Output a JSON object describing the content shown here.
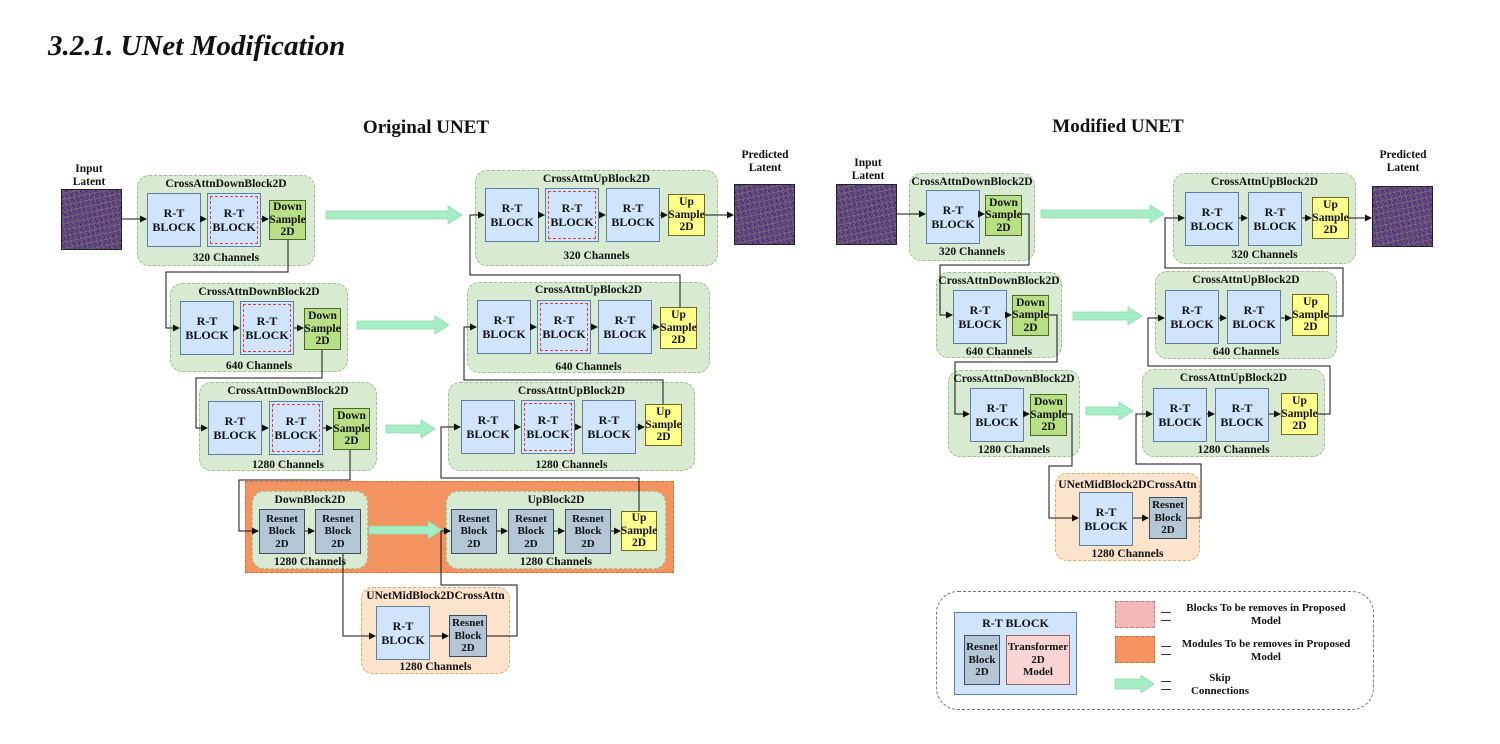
{
  "heading": "3.2.1.  UNet Modification",
  "original": {
    "title": "Original UNET",
    "input_label": "Input\nLatent",
    "output_label": "Predicted\nLatent",
    "down1": {
      "title": "CrossAttnDownBlock2D",
      "b1": "R-T\nBLOCK",
      "b2": "R-T\nBLOCK",
      "b3": "Down\nSample\n2D",
      "channels": "320 Channels"
    },
    "down2": {
      "title": "CrossAttnDownBlock2D",
      "b1": "R-T\nBLOCK",
      "b2": "R-T\nBLOCK",
      "b3": "Down\nSample\n2D",
      "channels": "640 Channels"
    },
    "down3": {
      "title": "CrossAttnDownBlock2D",
      "b1": "R-T\nBLOCK",
      "b2": "R-T\nBLOCK",
      "b3": "Down\nSample\n2D",
      "channels": "1280 Channels"
    },
    "down4": {
      "title": "DownBlock2D",
      "b1": "Resnet\nBlock\n2D",
      "b2": "Resnet\nBlock\n2D",
      "channels": "1280 Channels"
    },
    "up1": {
      "title": "CrossAttnUpBlock2D",
      "b1": "R-T\nBLOCK",
      "b2": "R-T\nBLOCK",
      "b3": "R-T\nBLOCK",
      "b4": "Up\nSample\n2D",
      "channels": "320 Channels"
    },
    "up2": {
      "title": "CrossAttnUpBlock2D",
      "b1": "R-T\nBLOCK",
      "b2": "R-T\nBLOCK",
      "b3": "R-T\nBLOCK",
      "b4": "Up\nSample\n2D",
      "channels": "640 Channels"
    },
    "up3": {
      "title": "CrossAttnUpBlock2D",
      "b1": "R-T\nBLOCK",
      "b2": "R-T\nBLOCK",
      "b3": "R-T\nBLOCK",
      "b4": "Up\nSample\n2D",
      "channels": "1280 Channels"
    },
    "up4": {
      "title": "UpBlock2D",
      "b1": "Resnet\nBlock\n2D",
      "b2": "Resnet\nBlock\n2D",
      "b3": "Resnet\nBlock\n2D",
      "b4": "Up\nSample\n2D",
      "channels": "1280 Channels"
    },
    "mid": {
      "title": "UNetMidBlock2DCrossAttn",
      "b1": "R-T\nBLOCK",
      "b2": "Resnet\nBlock\n2D",
      "channels": "1280 Channels"
    }
  },
  "modified": {
    "title": "Modified UNET",
    "input_label": "Input\nLatent",
    "output_label": "Predicted\nLatent",
    "down1": {
      "title": "CrossAttnDownBlock2D",
      "b1": "R-T\nBLOCK",
      "b2": "Down\nSample\n2D",
      "channels": "320 Channels"
    },
    "down2": {
      "title": "CrossAttnDownBlock2D",
      "b1": "R-T\nBLOCK",
      "b2": "Down\nSample\n2D",
      "channels": "640 Channels"
    },
    "down3": {
      "title": "CrossAttnDownBlock2D",
      "b1": "R-T\nBLOCK",
      "b2": "Down\nSample\n2D",
      "channels": "1280 Channels"
    },
    "up1": {
      "title": "CrossAttnUpBlock2D",
      "b1": "R-T\nBLOCK",
      "b2": "R-T\nBLOCK",
      "b3": "Up\nSample\n2D",
      "channels": "320 Channels"
    },
    "up2": {
      "title": "CrossAttnUpBlock2D",
      "b1": "R-T\nBLOCK",
      "b2": "R-T\nBLOCK",
      "b3": "Up\nSample\n2D",
      "channels": "640 Channels"
    },
    "up3": {
      "title": "CrossAttnUpBlock2D",
      "b1": "R-T\nBLOCK",
      "b2": "R-T\nBLOCK",
      "b3": "Up\nSample\n2D",
      "channels": "1280 Channels"
    },
    "mid": {
      "title": "UNetMidBlock2DCrossAttn",
      "b1": "R-T\nBLOCK",
      "b2": "Resnet\nBlock\n2D",
      "channels": "1280 Channels"
    }
  },
  "legend": {
    "rt_title": "R-T BLOCK",
    "rt_resnet": "Resnet\nBlock\n2D",
    "rt_transformer": "Transformer\n2D\nModel",
    "removed_blocks": "Blocks To be removes in Proposed\nModel",
    "removed_modules": "Modules To be removes in Proposed\nModel",
    "skip": "Skip\nConnections"
  },
  "colors": {
    "group_fill": "#d8ead2",
    "rt_block": "#d0e4fb",
    "down_sample": "#b8df84",
    "up_sample": "#ffff8c",
    "resnet": "#b4c5d5",
    "transformer": "#f8d4d2",
    "removed_module": "#f3935f",
    "skip_arrow": "#a6ecc4"
  }
}
